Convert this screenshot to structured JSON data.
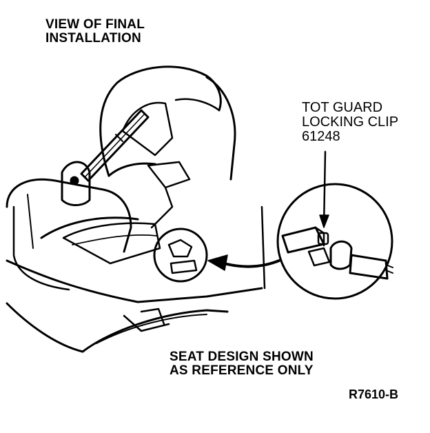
{
  "title": {
    "line1": "VIEW OF FINAL",
    "line2": "INSTALLATION"
  },
  "callout": {
    "line1": "TOT GUARD",
    "line2": "LOCKING CLIP",
    "line3": "61248"
  },
  "note": {
    "line1": "SEAT DESIGN SHOWN",
    "line2": "AS REFERENCE ONLY"
  },
  "figure_id": "R7610-B",
  "colors": {
    "ink": "#000000",
    "paper": "#ffffff"
  }
}
